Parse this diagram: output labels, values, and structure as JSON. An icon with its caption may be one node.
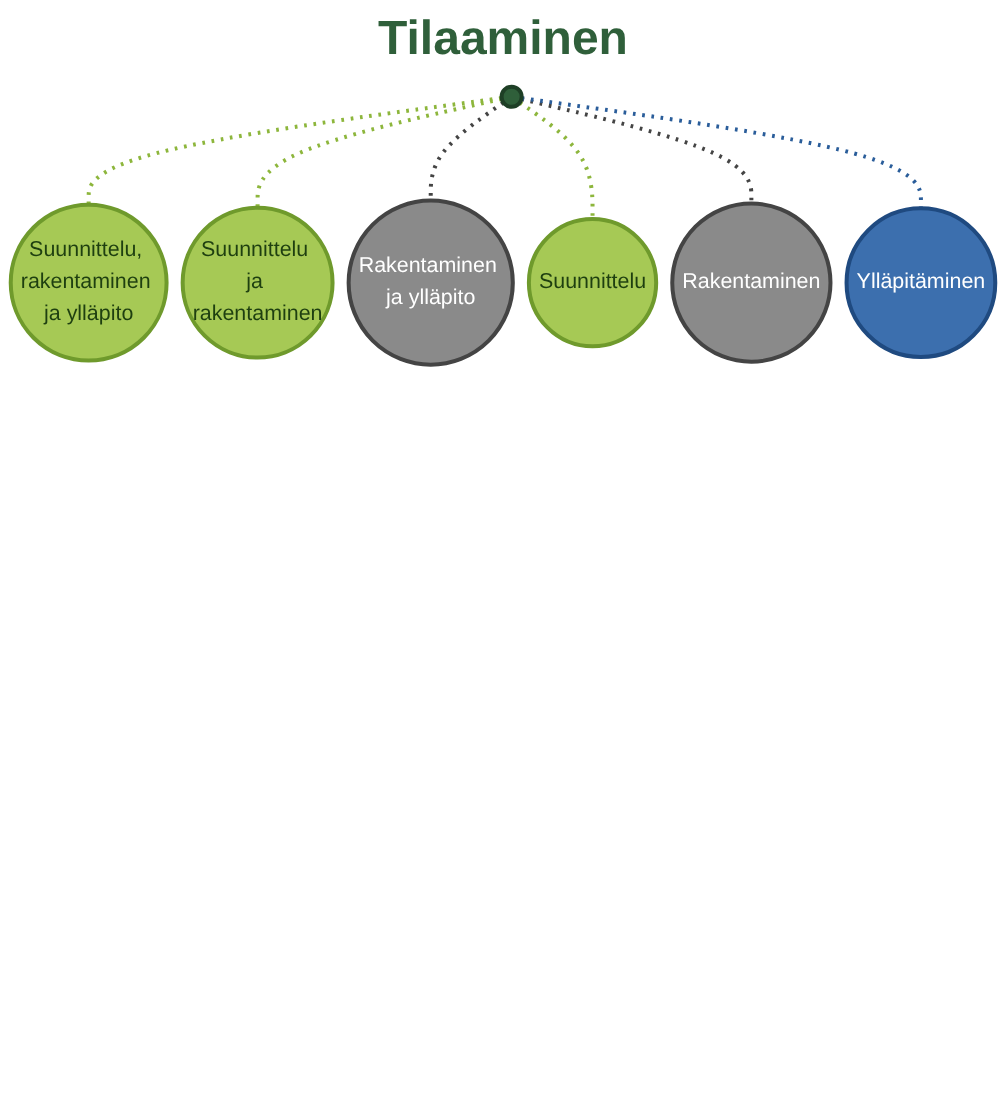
{
  "diagram": {
    "title": "Tilaaminen",
    "nodes": [
      {
        "text": [],
        "shape": "circle"
      },
      {
        "text": [
          "Suunnittelu, rakentaminen ja ylläpito"
        ]
      },
      {
        "text": [
          "Suunnittelu ja rakentaminen"
        ]
      },
      {
        "text": [
          "Rakentaminen ja ylläpito"
        ]
      },
      {
        "text": [
          "Suunnittelu"
        ]
      },
      {
        "text": [
          "Rakentaminen"
        ]
      },
      {
        "text": [
          "Ylläpitäminen"
        ]
      }
    ],
    "edges": [
      {
        "from": 0,
        "to": 1,
        "arrow": "none",
        "style": "dashed",
        "color": "#8db63c"
      },
      {
        "from": 0,
        "to": 2,
        "arrow": "none",
        "style": "dashed",
        "color": "#8db63c"
      },
      {
        "from": 0,
        "to": 3,
        "arrow": "none",
        "style": "dashed",
        "color": "#444444"
      },
      {
        "from": 0,
        "to": 4,
        "arrow": "none",
        "style": "dashed",
        "color": "#8db63c"
      },
      {
        "from": 0,
        "to": 5,
        "arrow": "none",
        "style": "dashed",
        "color": "#444444"
      },
      {
        "from": 0,
        "to": 6,
        "arrow": "none",
        "style": "dashed",
        "color": "#2a5d9a"
      }
    ]
  }
}
